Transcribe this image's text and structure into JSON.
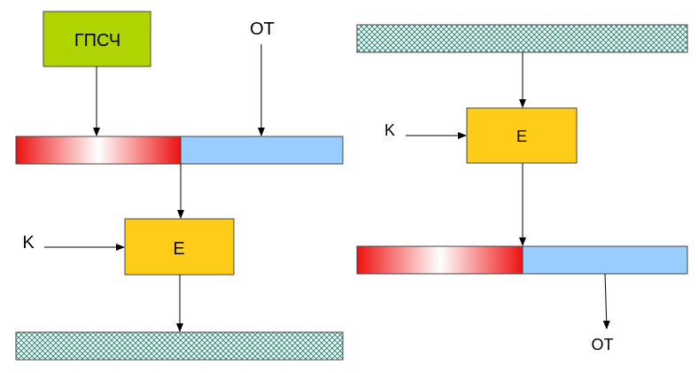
{
  "left": {
    "prng_label": "ГПСЧ",
    "plaintext_label": "OT",
    "key_label": "K",
    "encrypt_label": "E"
  },
  "right": {
    "key_label": "K",
    "encrypt_label": "E",
    "plaintext_label": "OT"
  },
  "colors": {
    "prng_box": "#b0d400",
    "encrypt_box": "#ffcc1a",
    "random_block": "#ee1111",
    "plain_block": "#99ccff",
    "cipher_hatch": "#2e8b7a"
  }
}
